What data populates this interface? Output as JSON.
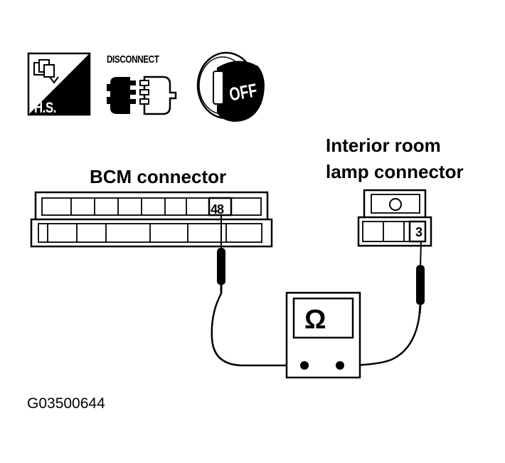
{
  "icons": {
    "hs_label": "H.S.",
    "disconnect_label": "DISCONNECT",
    "off_label": "OFF"
  },
  "bcm": {
    "title": "BCM connector",
    "pin_label": "48"
  },
  "lamp": {
    "title_line1": "Interior room",
    "title_line2": "lamp connector",
    "pin_label": "3"
  },
  "meter": {
    "symbol": "Ω"
  },
  "figure_id": "G03500644"
}
